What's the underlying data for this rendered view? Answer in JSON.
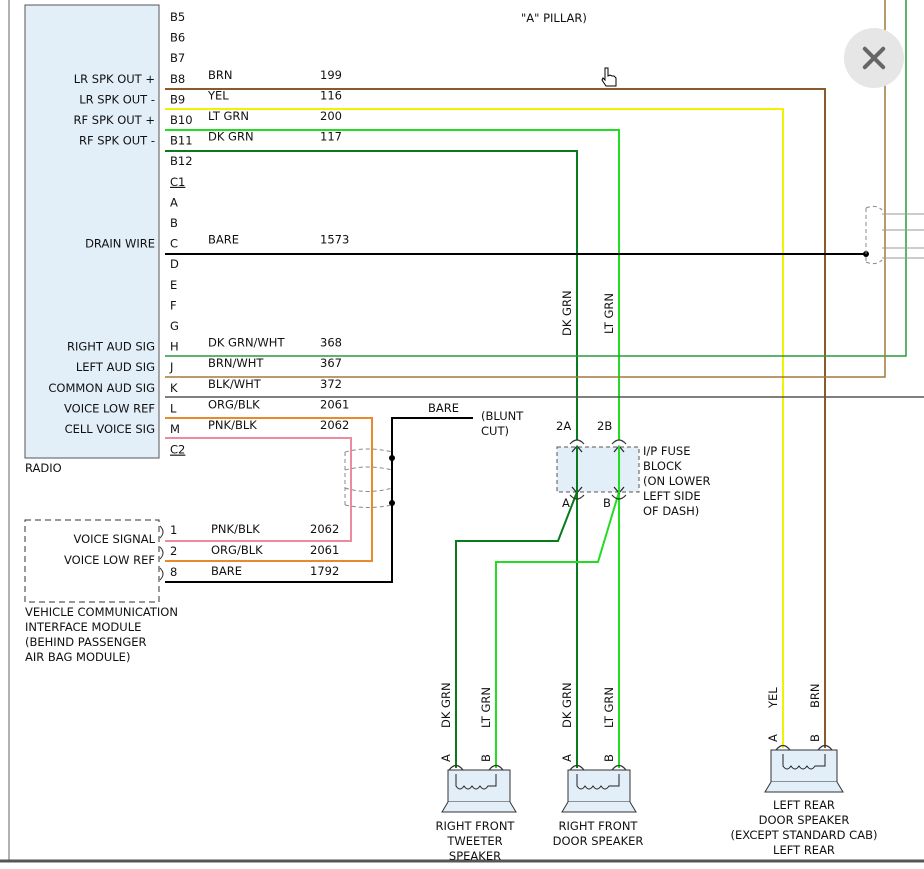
{
  "header": {
    "pillar_note": "\"A\" PILLAR)"
  },
  "radio": {
    "label": "RADIO",
    "pins": [
      {
        "pin": "B5",
        "signal": "",
        "color": "",
        "circuit": ""
      },
      {
        "pin": "B6",
        "signal": "",
        "color": "",
        "circuit": ""
      },
      {
        "pin": "B7",
        "signal": "",
        "color": "",
        "circuit": ""
      },
      {
        "pin": "B8",
        "signal": "LR SPK OUT +",
        "color": "BRN",
        "circuit": "199"
      },
      {
        "pin": "B9",
        "signal": "LR SPK OUT -",
        "color": "YEL",
        "circuit": "116"
      },
      {
        "pin": "B10",
        "signal": "RF SPK OUT +",
        "color": "LT GRN",
        "circuit": "200"
      },
      {
        "pin": "B11",
        "signal": "RF SPK OUT -",
        "color": "DK GRN",
        "circuit": "117"
      },
      {
        "pin": "B12",
        "signal": "",
        "color": "",
        "circuit": ""
      },
      {
        "pin": "C1",
        "signal": "",
        "color": "",
        "circuit": ""
      },
      {
        "pin": "A",
        "signal": "",
        "color": "",
        "circuit": ""
      },
      {
        "pin": "B",
        "signal": "",
        "color": "",
        "circuit": ""
      },
      {
        "pin": "C",
        "signal": "DRAIN WIRE",
        "color": "BARE",
        "circuit": "1573"
      },
      {
        "pin": "D",
        "signal": "",
        "color": "",
        "circuit": ""
      },
      {
        "pin": "E",
        "signal": "",
        "color": "",
        "circuit": ""
      },
      {
        "pin": "F",
        "signal": "",
        "color": "",
        "circuit": ""
      },
      {
        "pin": "G",
        "signal": "",
        "color": "",
        "circuit": ""
      },
      {
        "pin": "H",
        "signal": "RIGHT AUD SIG",
        "color": "DK GRN/WHT",
        "circuit": "368"
      },
      {
        "pin": "J",
        "signal": "LEFT AUD SIG",
        "color": "BRN/WHT",
        "circuit": "367"
      },
      {
        "pin": "K",
        "signal": "COMMON AUD SIG",
        "color": "BLK/WHT",
        "circuit": "372"
      },
      {
        "pin": "L",
        "signal": "VOICE LOW REF",
        "color": "ORG/BLK",
        "circuit": "2061"
      },
      {
        "pin": "M",
        "signal": "CELL VOICE SIG",
        "color": "PNK/BLK",
        "circuit": "2062"
      },
      {
        "pin": "C2",
        "signal": "",
        "color": "",
        "circuit": ""
      }
    ]
  },
  "splice": {
    "wire": "BARE",
    "note_line1": "(BLUNT",
    "note_line2": "CUT)"
  },
  "vcim": {
    "label_lines": [
      "VEHICLE COMMUNICATION",
      "INTERFACE MODULE",
      "(BEHIND PASSENGER",
      "AIR BAG MODULE)"
    ],
    "pins": [
      {
        "pin": "1",
        "signal": "VOICE SIGNAL",
        "color": "PNK/BLK",
        "circuit": "2062"
      },
      {
        "pin": "2",
        "signal": "VOICE LOW REF",
        "color": "ORG/BLK",
        "circuit": "2061"
      },
      {
        "pin": "8",
        "signal": "",
        "color": "BARE",
        "circuit": "1792"
      }
    ]
  },
  "fuse_block": {
    "label_lines": [
      "I/P FUSE",
      "BLOCK",
      "(ON LOWER",
      "LEFT SIDE",
      "OF DASH)"
    ],
    "top_pins": [
      "2A",
      "2B"
    ],
    "bottom_pins": [
      "A",
      "B"
    ],
    "wire_labels": [
      "DK GRN",
      "LT GRN"
    ]
  },
  "speakers": [
    {
      "label_lines": [
        "RIGHT FRONT",
        "TWEETER",
        "SPEAKER"
      ],
      "wires": [
        "DK GRN",
        "LT GRN"
      ],
      "pins": [
        "A",
        "B"
      ]
    },
    {
      "label_lines": [
        "RIGHT FRONT",
        "DOOR SPEAKER"
      ],
      "wires": [
        "DK GRN",
        "LT GRN"
      ],
      "pins": [
        "A",
        "B"
      ]
    },
    {
      "label_lines": [
        "LEFT REAR",
        "DOOR SPEAKER",
        "(EXCEPT STANDARD CAB)",
        "LEFT REAR"
      ],
      "wires": [
        "YEL",
        "BRN"
      ],
      "pins": [
        "A",
        "B"
      ]
    }
  ],
  "colors": {
    "brn": "#8b5a2b",
    "yel": "#f2f200",
    "lt_grn": "#22dd22",
    "dk_grn": "#0a7a1e",
    "dk_grn_wht": "#2a9a3a",
    "brn_wht": "#a0783c",
    "blk_wht": "#555555",
    "org": "#e8892c",
    "pnk": "#ec8aa0",
    "black": "#000000",
    "radio_fill": "#e2eef8"
  }
}
